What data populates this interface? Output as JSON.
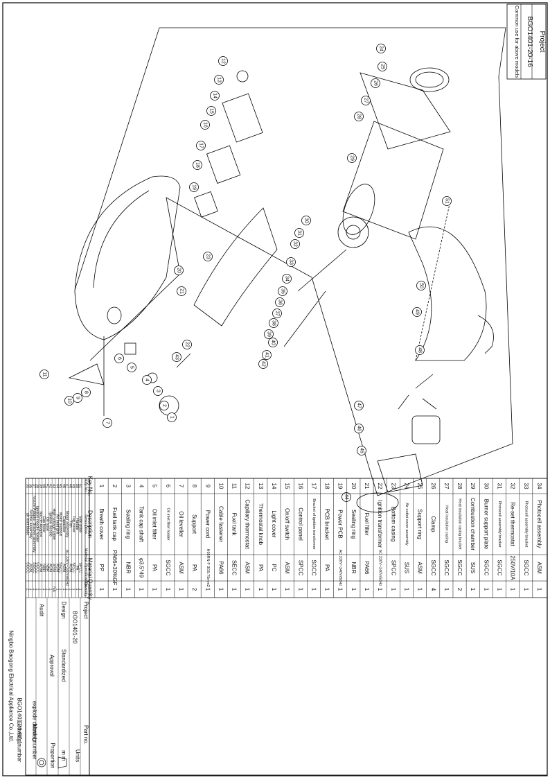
{
  "project_box": {
    "label": "Project",
    "value": "BGO1401-20-16",
    "note": "Common use for above models"
  },
  "callouts": [
    "1",
    "2",
    "3",
    "4",
    "5",
    "6",
    "7",
    "8",
    "9",
    "10",
    "11",
    "12",
    "13",
    "14",
    "15",
    "16",
    "17",
    "18",
    "19",
    "20",
    "21",
    "22",
    "23",
    "24",
    "25",
    "26",
    "27",
    "28",
    "29",
    "30",
    "31",
    "32",
    "33",
    "34",
    "35",
    "36",
    "37",
    "38",
    "39",
    "40",
    "41",
    "42",
    "43",
    "44",
    "45",
    "46",
    "47",
    "48",
    "49",
    "50",
    "51"
  ],
  "table_left": {
    "header": {
      "key": "Key No.",
      "desc": "Description",
      "mat": "Material /Specifications",
      "qty": "Quantity"
    },
    "rows": [
      {
        "key": "51",
        "desc": "Side plate",
        "mat": "SPCC",
        "qty": "1"
      },
      {
        "key": "50",
        "desc": "Handle",
        "mat": "PA",
        "qty": "1"
      },
      {
        "key": "49",
        "desc": "Top cover",
        "mat": "SPCC",
        "qty": "1"
      },
      {
        "key": "48",
        "desc": "Fan",
        "mat": "ASM",
        "qty": "1"
      },
      {
        "key": "47",
        "desc": "Motor assembly",
        "mat": "AC 220V~240V/60Hz",
        "qty": "1"
      },
      {
        "key": "46",
        "desc": "Capacitor",
        "mat": "ASM",
        "qty": "1"
      },
      {
        "key": "45",
        "desc": "Motor support",
        "mat": "SGCC",
        "qty": "1"
      },
      {
        "key": "44",
        "desc": "Air inlet grill",
        "mat": "ASM",
        "qty": "1"
      },
      {
        "key": "43",
        "desc": "High voltage cable",
        "mat": "ASM",
        "qty": "NA"
      },
      {
        "key": "42",
        "desc": "Ignition needle",
        "mat": "ASM",
        "qty": "1"
      },
      {
        "key": "41",
        "desc": "Oil hose",
        "mat": "NBR",
        "qty": "1"
      },
      {
        "key": "40",
        "desc": "Gas hose",
        "mat": "NBR",
        "qty": "1"
      },
      {
        "key": "39",
        "desc": "Nozzle Adaptor",
        "mat": "ASM",
        "qty": "1"
      },
      {
        "key": "38",
        "desc": "Ignition needle holder",
        "mat": "SGCC",
        "qty": "1"
      },
      {
        "key": "37",
        "desc": "Nozzle Adaptor Bracket assembly",
        "mat": "SGCC",
        "qty": "1"
      },
      {
        "key": "36",
        "desc": "Nozzle assembly",
        "mat": "ASM",
        "qty": "1"
      },
      {
        "key": "35",
        "desc": "air inlet blade",
        "mat": "SGCC",
        "qty": "2"
      }
    ],
    "project_label": "Project",
    "project_value": "BGO1401-20",
    "part_no_label": "Part no.",
    "design_label": "Design",
    "standardized_label": "Standardized",
    "audit_label": "Audit",
    "approval_label": "Approval",
    "company": "Ningbo Baogong Electrical Appliance Co.,Ltd."
  },
  "table_right": {
    "header": {
      "key": "Key No.",
      "desc": "Description",
      "mat": "Material",
      "qty": "Quantity"
    },
    "rows": [
      {
        "key": "34",
        "desc": "Photocell assembly",
        "mat": "ASM",
        "qty": "1"
      },
      {
        "key": "33",
        "desc": "Photocell assembly bracket",
        "mat": "SGCC",
        "qty": "1"
      },
      {
        "key": "32",
        "desc": "Re-set thermostat",
        "mat": "250V/10A",
        "qty": "1"
      },
      {
        "key": "31",
        "desc": "Photocell assembly bracket",
        "mat": "SGCC",
        "qty": "1"
      },
      {
        "key": "30",
        "desc": "Burner support plate",
        "mat": "SGCC",
        "qty": "1"
      },
      {
        "key": "29",
        "desc": "Combustion chamber",
        "mat": "SUS",
        "qty": "1"
      },
      {
        "key": "28",
        "desc": "Heat insulation casing bracket",
        "mat": "SGCC",
        "qty": "2"
      },
      {
        "key": "27",
        "desc": "Heat insulation casing",
        "mat": "SGCC",
        "qty": "1"
      },
      {
        "key": "26",
        "desc": "Clamp",
        "mat": "SGCC",
        "qty": "4"
      },
      {
        "key": "25",
        "desc": "Support ring",
        "mat": "ASM",
        "qty": "1"
      },
      {
        "key": "24",
        "desc": "Air outlet cover assembly",
        "mat": "SUS",
        "qty": "1"
      },
      {
        "key": "23",
        "desc": "Bottom casing",
        "mat": "SPCC",
        "qty": "1"
      },
      {
        "key": "22",
        "desc": "Ignition transformer",
        "mat": "AC 220V~240V/50Hz",
        "qty": "1"
      },
      {
        "key": "21",
        "desc": "Fuel filter",
        "mat": "PA66",
        "qty": "1"
      },
      {
        "key": "20",
        "desc": "Sealing ring",
        "mat": "NBR",
        "qty": "1"
      },
      {
        "key": "19",
        "desc": "Power PCB",
        "mat": "AC 220V~240V/50Hz",
        "qty": "1"
      },
      {
        "key": "18",
        "desc": "PCB bracket",
        "mat": "PA",
        "qty": "1"
      },
      {
        "key": "17",
        "desc": "Bracket of ignition transformer",
        "mat": "SGCC",
        "qty": "1"
      },
      {
        "key": "16",
        "desc": "Control panel",
        "mat": "SPCC",
        "qty": "1"
      },
      {
        "key": "15",
        "desc": "On/off switch",
        "mat": "ASM",
        "qty": "1"
      },
      {
        "key": "14",
        "desc": "Light cover",
        "mat": "PC",
        "qty": "1"
      },
      {
        "key": "13",
        "desc": "Thermostat knob",
        "mat": "PA",
        "qty": "1"
      },
      {
        "key": "12",
        "desc": "Capillary thermostat",
        "mat": "ASM",
        "qty": "1"
      },
      {
        "key": "11",
        "desc": "Fuel tank",
        "mat": "SECC",
        "qty": "1"
      },
      {
        "key": "10",
        "desc": "Cable fastener",
        "mat": "PA66",
        "qty": "1"
      },
      {
        "key": "9",
        "desc": "Power cord",
        "mat": "H05RN-F 3G0.75mm2",
        "qty": "1"
      },
      {
        "key": "8",
        "desc": "Support",
        "mat": "PA",
        "qty": "2"
      },
      {
        "key": "7",
        "desc": "Oil leveller",
        "mat": "ASM",
        "qty": "1"
      },
      {
        "key": "6",
        "desc": "Oil inlet filter holder",
        "mat": "SGCC",
        "qty": "1"
      },
      {
        "key": "5",
        "desc": "Oil inlet filter",
        "mat": "PA",
        "qty": "1"
      },
      {
        "key": "4",
        "desc": "Tank cap shaft",
        "mat": "φ3.5*49",
        "qty": "1"
      },
      {
        "key": "3",
        "desc": "Sealing ring",
        "mat": "NBR",
        "qty": "1"
      },
      {
        "key": "2",
        "desc": "Fuel tank cap",
        "mat": "PA66+30%GF",
        "qty": "1"
      },
      {
        "key": "1",
        "desc": "Breath cover",
        "mat": "PP",
        "qty": "1"
      }
    ],
    "units_label": "Units",
    "units_value": "m m",
    "proportion_label": "Proportion",
    "model_number_label": "Model number",
    "model_number_value": "explode drawing",
    "drawing_number_label": "Drawing number",
    "drawing_number_value": "BGO1401-20-BZ-1"
  }
}
